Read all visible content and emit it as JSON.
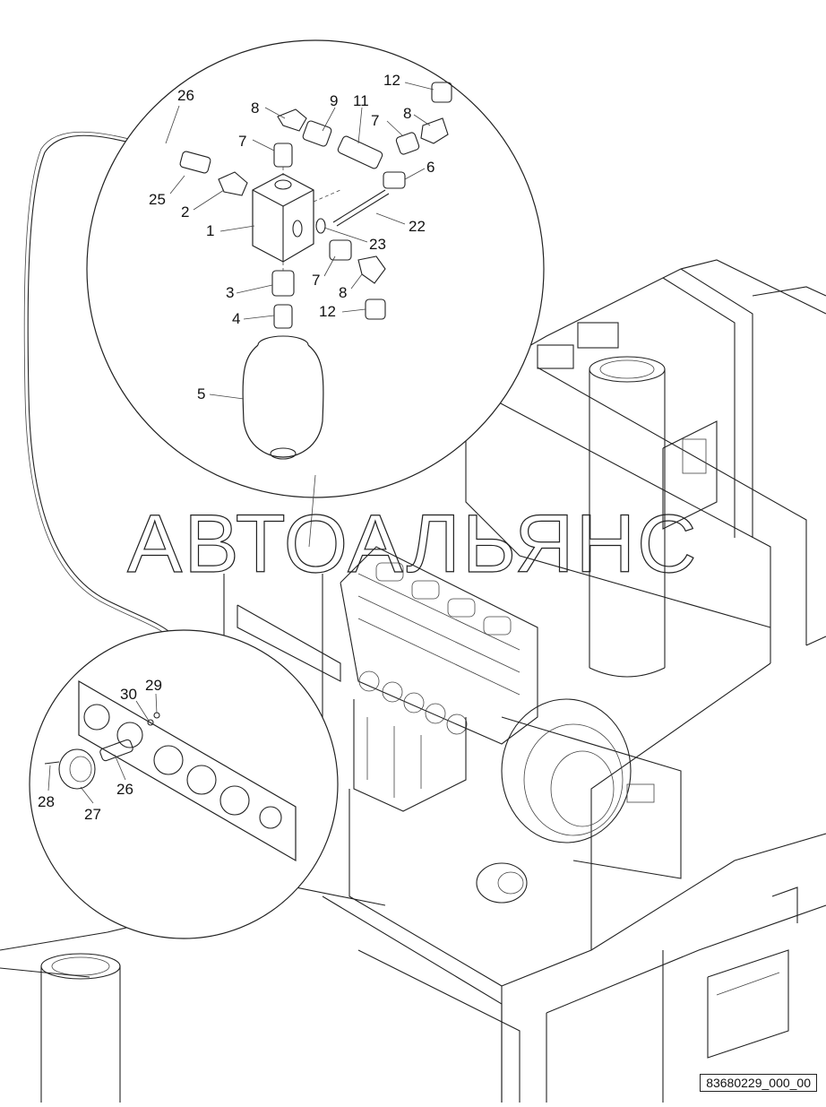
{
  "diagram": {
    "watermark": "АВТОАЛЬЯНС",
    "drawing_number": "83680229_000_00",
    "callouts_top": [
      "26",
      "8",
      "9",
      "11",
      "12",
      "7",
      "8",
      "7",
      "25",
      "2",
      "6",
      "1",
      "22",
      "23",
      "7",
      "8",
      "3",
      "12",
      "4",
      "5"
    ],
    "callouts_bottom": [
      "30",
      "29",
      "28",
      "26",
      "27"
    ]
  }
}
